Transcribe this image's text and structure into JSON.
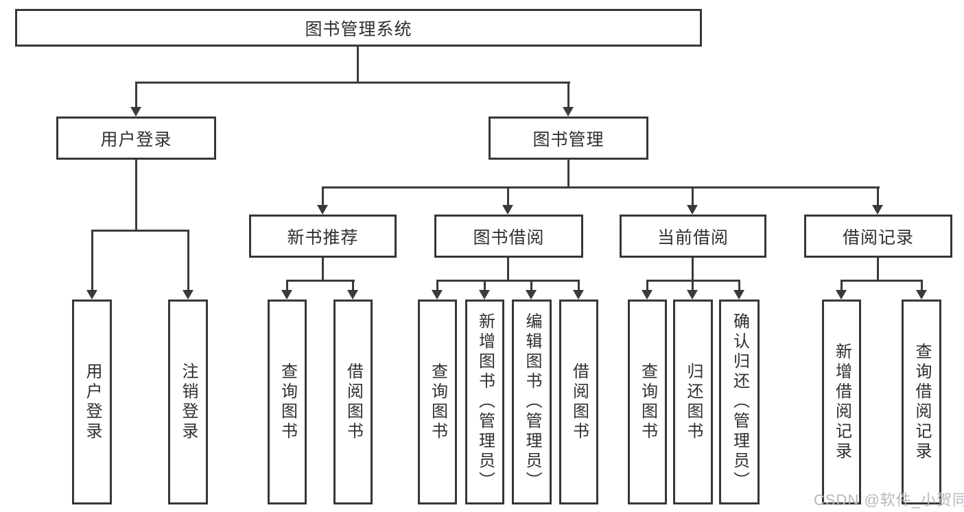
{
  "diagram_title": "图书管理系统",
  "tree": {
    "label": "图书管理系统",
    "children": [
      {
        "label": "用户登录",
        "children": [
          {
            "label": "用户登录"
          },
          {
            "label": "注销登录"
          }
        ]
      },
      {
        "label": "图书管理",
        "children": [
          {
            "label": "新书推荐",
            "children": [
              {
                "label": "查询图书"
              },
              {
                "label": "借阅图书"
              }
            ]
          },
          {
            "label": "图书借阅",
            "children": [
              {
                "label": "查询图书"
              },
              {
                "label": "新增图书（管理员）"
              },
              {
                "label": "编辑图书（管理员）"
              },
              {
                "label": "借阅图书"
              }
            ]
          },
          {
            "label": "当前借阅",
            "children": [
              {
                "label": "查询图书"
              },
              {
                "label": "归还图书"
              },
              {
                "label": "确认归还（管理员）"
              }
            ]
          },
          {
            "label": "借阅记录",
            "children": [
              {
                "label": "新增借阅记录"
              },
              {
                "label": "查询借阅记录"
              }
            ]
          }
        ]
      }
    ]
  },
  "watermark": {
    "text": "CSDN @软件_小贺同学"
  },
  "colors": {
    "background": "#ffffff",
    "box_border": "#363636",
    "connector_line": "#3a3a3a",
    "label_text": "#2f2f2f",
    "watermark_text": "#b4b7bb"
  }
}
